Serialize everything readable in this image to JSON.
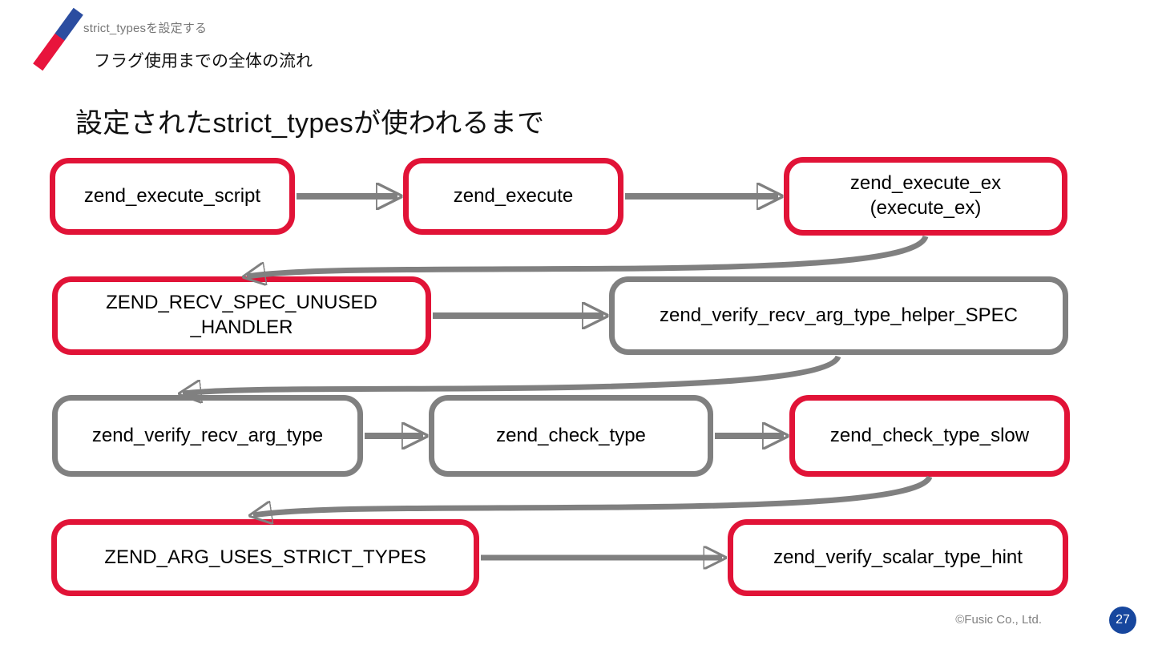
{
  "header": {
    "eyebrow": "strict_typesを設定する",
    "heading": "フラグ使用までの全体の流れ"
  },
  "title": "設定されたstrict_typesが使われるまで",
  "flowchart": {
    "nodes": [
      {
        "id": "zend_execute_script",
        "label": "zend_execute_script",
        "style": "red"
      },
      {
        "id": "zend_execute",
        "label": "zend_execute",
        "style": "red"
      },
      {
        "id": "zend_execute_ex",
        "label": "zend_execute_ex\n(execute_ex)",
        "style": "red"
      },
      {
        "id": "ZEND_RECV_SPEC_UNUSED_HANDLER",
        "label": "ZEND_RECV_SPEC_UNUSED\n_HANDLER",
        "style": "red"
      },
      {
        "id": "zend_verify_recv_arg_type_helper_SPEC",
        "label": "zend_verify_recv_arg_type_helper_SPEC",
        "style": "gray"
      },
      {
        "id": "zend_verify_recv_arg_type",
        "label": "zend_verify_recv_arg_type",
        "style": "gray"
      },
      {
        "id": "zend_check_type",
        "label": "zend_check_type",
        "style": "gray"
      },
      {
        "id": "zend_check_type_slow",
        "label": "zend_check_type_slow",
        "style": "red"
      },
      {
        "id": "ZEND_ARG_USES_STRICT_TYPES",
        "label": "ZEND_ARG_USES_STRICT_TYPES",
        "style": "red"
      },
      {
        "id": "zend_verify_scalar_type_hint",
        "label": "zend_verify_scalar_type_hint",
        "style": "red"
      }
    ],
    "connections": [
      {
        "from": "zend_execute_script",
        "to": "zend_execute"
      },
      {
        "from": "zend_execute",
        "to": "zend_execute_ex"
      },
      {
        "from": "zend_execute_ex",
        "to": "ZEND_RECV_SPEC_UNUSED_HANDLER"
      },
      {
        "from": "ZEND_RECV_SPEC_UNUSED_HANDLER",
        "to": "zend_verify_recv_arg_type_helper_SPEC"
      },
      {
        "from": "zend_verify_recv_arg_type_helper_SPEC",
        "to": "zend_verify_recv_arg_type"
      },
      {
        "from": "zend_verify_recv_arg_type",
        "to": "zend_check_type"
      },
      {
        "from": "zend_check_type",
        "to": "zend_check_type_slow"
      },
      {
        "from": "zend_check_type_slow",
        "to": "ZEND_ARG_USES_STRICT_TYPES"
      },
      {
        "from": "ZEND_ARG_USES_STRICT_TYPES",
        "to": "zend_verify_scalar_type_hint"
      }
    ]
  },
  "footer": {
    "copyright": "©Fusic Co., Ltd.",
    "page_number": "27"
  },
  "colors": {
    "accent_red": "#e11337",
    "connector_gray": "#808080",
    "page_badge_blue": "#17479e",
    "logo_blue": "#2b4da0",
    "logo_red": "#e8143c"
  }
}
